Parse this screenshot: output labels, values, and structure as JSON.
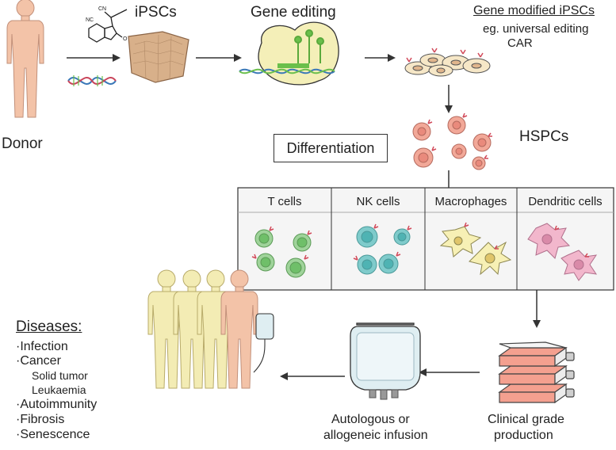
{
  "labels": {
    "donor": "Donor",
    "ipscs": "iPSCs",
    "gene_editing": "Gene editing",
    "gene_modified": "Gene modified iPSCs",
    "eg_line": "eg. universal editing",
    "car": "CAR",
    "hspcs": "HSPCs",
    "differentiation": "Differentiation",
    "autologous_line1": "Autologous or",
    "autologous_line2": "allogeneic infusion",
    "clinical_line1": "Clinical grade",
    "clinical_line2": "production"
  },
  "cell_types": [
    "T cells",
    "NK cells",
    "Macrophages",
    "Dendritic cells"
  ],
  "diseases": {
    "title": "Diseases:",
    "items": [
      "·Infection",
      "·Cancer",
      "Solid tumor",
      "Leukaemia",
      "·Autoimmunity",
      "·Fibrosis",
      "·Senescence"
    ]
  },
  "molecule_labels": {
    "cn_top": "CN",
    "nc_left": "NC",
    "o_right": "O"
  },
  "colors": {
    "skin": "#f3c3a8",
    "ipsc": "#d8b08a",
    "cell_body": "#f6e7c7",
    "hspc": "#f2a898",
    "tcell": "#9fd39a",
    "nkcell": "#7fcbcb",
    "macrophage": "#f7f0b5",
    "dendritic": "#f2b7cc",
    "receptor": "#d24a5a",
    "dna_blue": "#3a78b8",
    "dna_green": "#6abf4b",
    "bag": "#dfeef2",
    "flask": "#f4a08f"
  },
  "icons": [
    "human-silhouette-icon",
    "chemical-molecule-icon",
    "dna-helix-icon",
    "ipsc-colony-icon",
    "gene-editing-complex-icon",
    "infusion-bag-icon",
    "culture-flask-stack-icon"
  ]
}
